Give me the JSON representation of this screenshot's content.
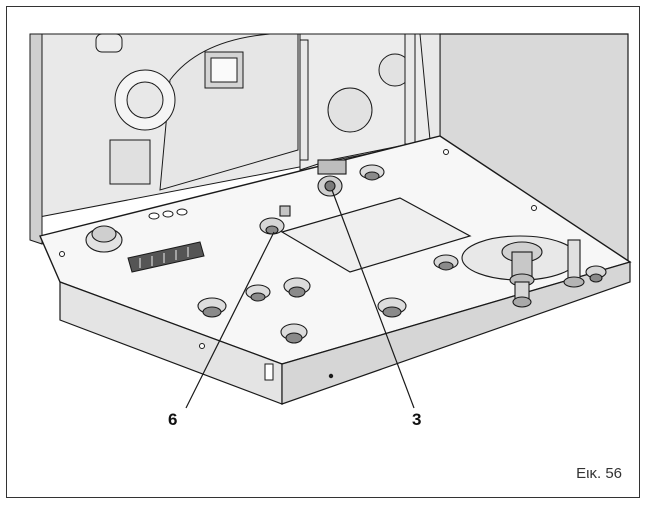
{
  "figure": {
    "callouts": [
      {
        "id": "6",
        "label": "6"
      },
      {
        "id": "3",
        "label": "3"
      }
    ],
    "caption": "Εικ. 56"
  },
  "colors": {
    "line": "#1a1a1a",
    "casing": "#d9d9d9",
    "panel": "#f4f4f4",
    "shade": "#bdbdbd",
    "dark": "#6b6b6b"
  }
}
